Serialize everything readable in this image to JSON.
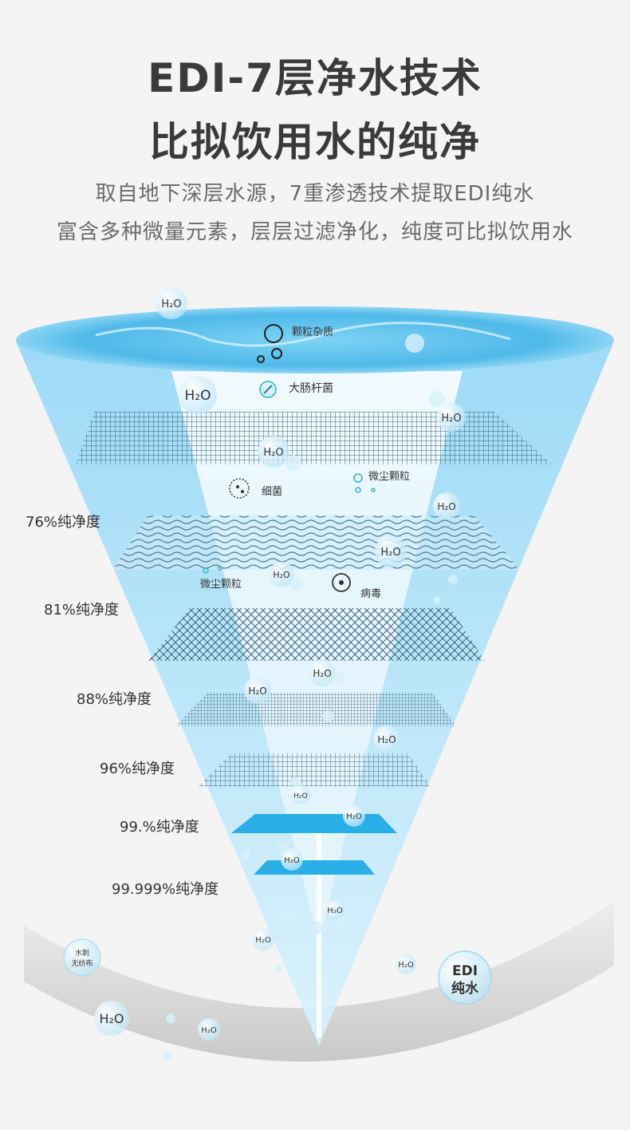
{
  "header": {
    "title_line1": "EDI-7层净水技术",
    "title_line2": "比拟饮用水的纯净",
    "subtitle_line1": "取自地下深层水源，7重渗透技术提取EDI纯水",
    "subtitle_line2": "富含多种微量元素，层层过滤净化，纯度可比拟饮用水"
  },
  "contaminants": {
    "particles": "颗粒杂质",
    "ecoli": "大肠杆菌",
    "bacteria": "细菌",
    "dust_right": "微尘颗粒",
    "dust_left": "微尘颗粒",
    "virus": "病毒"
  },
  "purity_labels": [
    "76%纯净度",
    "81%纯净度",
    "88%纯净度",
    "96%纯净度",
    "99.%纯净度",
    "99.999%纯净度"
  ],
  "h2o": "H₂O",
  "badges": {
    "nonwoven_line1": "水刺",
    "nonwoven_line2": "无纺布",
    "edi_line1": "EDI",
    "edi_line2": "纯水"
  },
  "colors": {
    "title": "#3a3a3a",
    "subtitle": "#6b6b6b",
    "water": "#5cc3ef",
    "funnel": "#bfe8fb",
    "mesh": "#4a6f86",
    "filter_blue": "#29aee8"
  }
}
